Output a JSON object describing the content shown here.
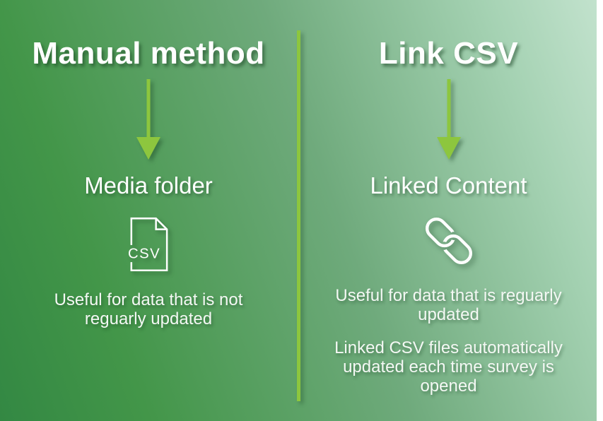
{
  "colors": {
    "background_dark_green": "#338843",
    "background_pale_mint": "#c2e2cd",
    "accent_green": "#8dc63e",
    "text": "#ffffff"
  },
  "left_column": {
    "title": "Manual method",
    "target_label": "Media folder",
    "file_icon_label": "CSV",
    "note": "Useful for data that is not reguarly updated"
  },
  "right_column": {
    "title": "Link CSV",
    "target_label": "Linked Content",
    "note": "Useful for data that is reguarly updated",
    "note2": "Linked CSV files automatically updated each time survey is opened"
  }
}
